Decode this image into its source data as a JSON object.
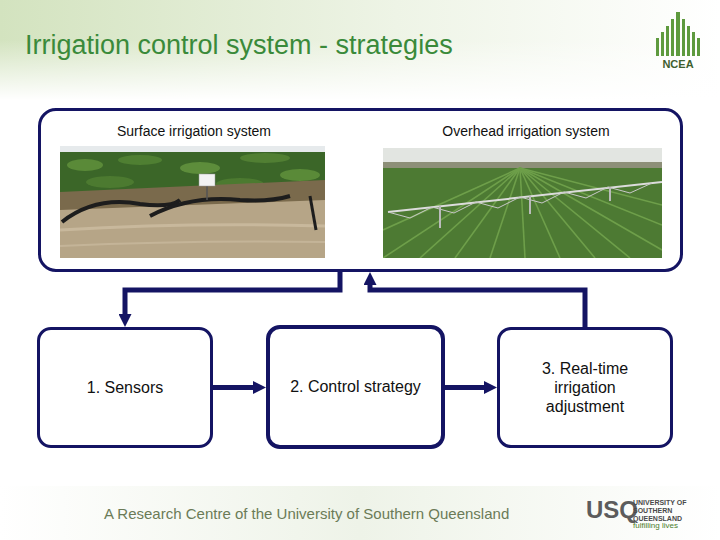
{
  "diagram": {
    "title": "Irrigation control system - strategies",
    "nodes": [
      {
        "text": [
          "Surface irrigation system",
          "Overhead irrigation system"
        ]
      },
      {
        "text": [
          "1. Sensors"
        ]
      },
      {
        "text": [
          "2. Control strategy"
        ]
      },
      {
        "text": [
          "3. Real-time irrigation adjustment"
        ]
      }
    ],
    "edges": [
      {
        "from": 0,
        "to": 1,
        "arrow": "to"
      },
      {
        "from": 1,
        "to": 2,
        "arrow": "to"
      },
      {
        "from": 2,
        "to": 3,
        "arrow": "to"
      },
      {
        "from": 3,
        "to": 0,
        "arrow": "to"
      }
    ],
    "labels": [
      "NCEA",
      "A Research Centre of the University of Southern Queensland",
      "USQ",
      "UNIVERSITY OF SOUTHERN QUEENSLAND",
      "fulfilling lives"
    ]
  }
}
